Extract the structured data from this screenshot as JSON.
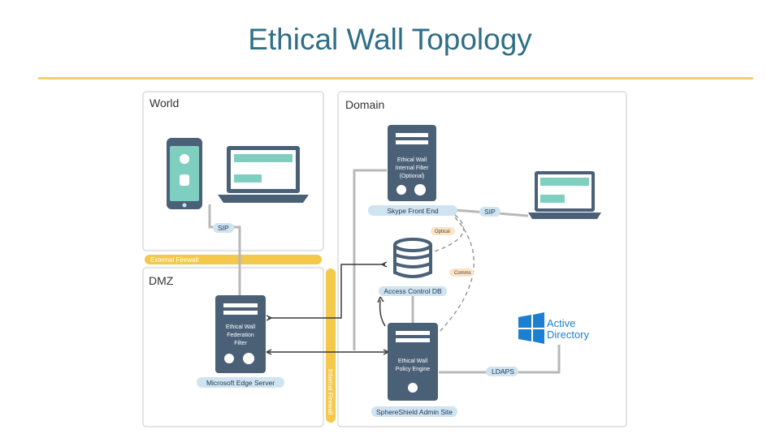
{
  "title": "Ethical Wall Topology",
  "zones": {
    "world": "World",
    "domain": "Domain",
    "dmz": "DMZ"
  },
  "firewalls": {
    "external": "External Firewall",
    "internal": "Internal Firewall"
  },
  "connections": {
    "sip_world": "SIP",
    "sip_domain": "SIP",
    "optical": "Optical",
    "comms": "Comms",
    "ldaps": "LDAPS"
  },
  "servers": {
    "internal_filter": {
      "line1": "Ethical Wall",
      "line2": "Internal Filter",
      "line3": "(Optional)"
    },
    "federation_filter": {
      "line1": "Ethical Wall",
      "line2": "Federation",
      "line3": "Filter"
    },
    "policy_engine": {
      "line1": "Ethical Wall",
      "line2": "Policy Engine"
    }
  },
  "labels": {
    "skype_front_end": "Skype Front End",
    "access_control_db": "Access Control DB",
    "edge_server": "Microsoft Edge Server",
    "admin_site": "SphereShield Admin Site"
  },
  "active_directory": {
    "line1": "Active",
    "line2": "Directory"
  },
  "colors": {
    "title": "#2f6f86",
    "accent_rule": "#f2d16b",
    "server": "#4a6077",
    "pill": "#cfe3f0",
    "firewall": "#f4c84a",
    "wire": "#b8b8b8",
    "ad_blue": "#1d7fd1",
    "teal_screen": "#7fcfc0"
  }
}
